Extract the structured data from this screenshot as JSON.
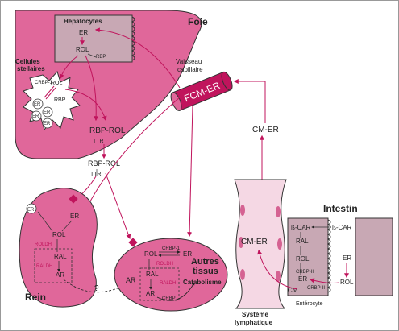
{
  "labels": {
    "foie": "Foie",
    "hepatocytes": "Hépatocytes",
    "er_hep": "ER",
    "rol_hep": "ROL",
    "rbp_hep": "RBP",
    "cellules": "Cellules",
    "stellaires": "stellaires",
    "crbp1_stel": "CRBP-1",
    "rol_stel": "ROL",
    "rbp_stel": "RBP",
    "er": "ER",
    "vaisseau": "Vaisseau",
    "capillaire": "capillaire",
    "fcm_er": "FCM-ER",
    "cm_er_top": "CM-ER",
    "rbp_rol_1": "RBP-ROL",
    "ttr_1": "TTR",
    "rbp_rol_2": "RBP-ROL",
    "ttr_2": "TTR",
    "rein": "Rein",
    "er_rein_circle": "ER",
    "er_rein": "ER",
    "rol_rein": "ROL",
    "roldh_rein": "ROLDH",
    "ral_rein": "RAL",
    "raldh_rein": "RALDH",
    "ar_rein": "AR",
    "question": "?",
    "autres_1": "Autres",
    "autres_2": "tissus",
    "catabolisme": "Catabolisme",
    "rol_aut": "ROL",
    "crbp1_aut": "CRBP-1",
    "er_aut": "ER",
    "roldh_aut": "ROLDH",
    "ral_aut": "RAL",
    "raldh_aut": "RALDH",
    "ar_aut": "AR",
    "crbp_aut": "CRBP",
    "ar_out": "AR",
    "cm_er_lymph": "CM-ER",
    "systeme_1": "Système",
    "systeme_2": "lymphatique",
    "intestin": "Intestin",
    "bcar_in": "ß-CAR",
    "bcar_out": "ß-CAR",
    "ral_int": "RAL",
    "rol_int": "ROL",
    "crbp2_int_1": "CRBP-II",
    "er_int": "ER",
    "cm_int": "CM",
    "crbp2_int_2": "CRBP-II",
    "er_ext": "ER",
    "rol_ext": "ROL",
    "enterocyte": "Entérocyte"
  },
  "colors": {
    "organ_pink": "#e0679a",
    "organ_light": "#e8a0c0",
    "cell_gray": "#c8a8b4",
    "arrow_magenta": "#c0145c",
    "vessel_pink": "#f5d8e4"
  }
}
